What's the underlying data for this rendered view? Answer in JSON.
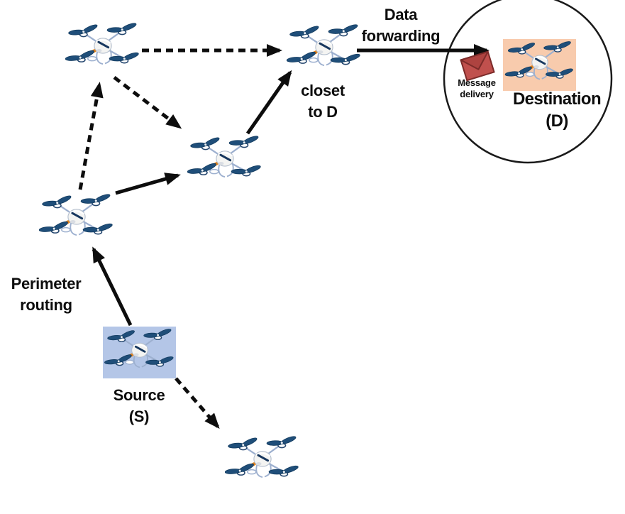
{
  "figure": {
    "labels": {
      "data_forwarding": "Data\nforwarding",
      "closest_to_d": "closet\nto D",
      "perimeter_routing": "Perimeter\nrouting",
      "source": "Source\n(S)",
      "destination": "Destination\n(D)",
      "message_delivery": "Message\ndelivery"
    },
    "colors": {
      "source_highlight": "#b4c6e7",
      "destination_highlight": "#f8cbad",
      "arrow": "#0d0d0d",
      "circle_stroke": "#1a1a1a",
      "envelope_fill": "#c0504d",
      "envelope_flap": "#ae4340",
      "envelope_stroke": "#7c2b29",
      "drone_blade": "#1f4e79"
    }
  }
}
